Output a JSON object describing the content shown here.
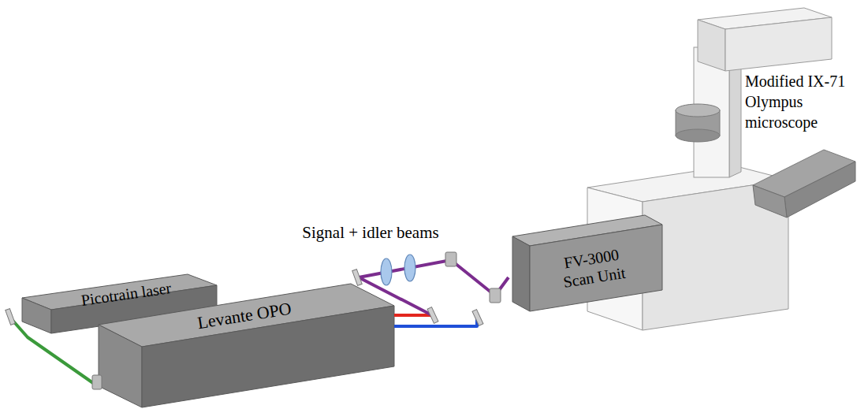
{
  "diagram": {
    "nodes": [
      {
        "text": [
          "Picotrain laser"
        ]
      },
      {
        "text": [
          "Levante OPO"
        ]
      },
      {
        "text": [
          "FV-3000 Scan Unit"
        ]
      },
      {
        "text": [
          "Modified IX-71 Olympus microscope"
        ]
      }
    ],
    "edges": [
      {
        "from": 0,
        "to": 1,
        "arrow": "none"
      },
      {
        "from": 1,
        "to": 2,
        "arrow": "none"
      }
    ],
    "labels": [
      "Signal + idler beams"
    ]
  }
}
